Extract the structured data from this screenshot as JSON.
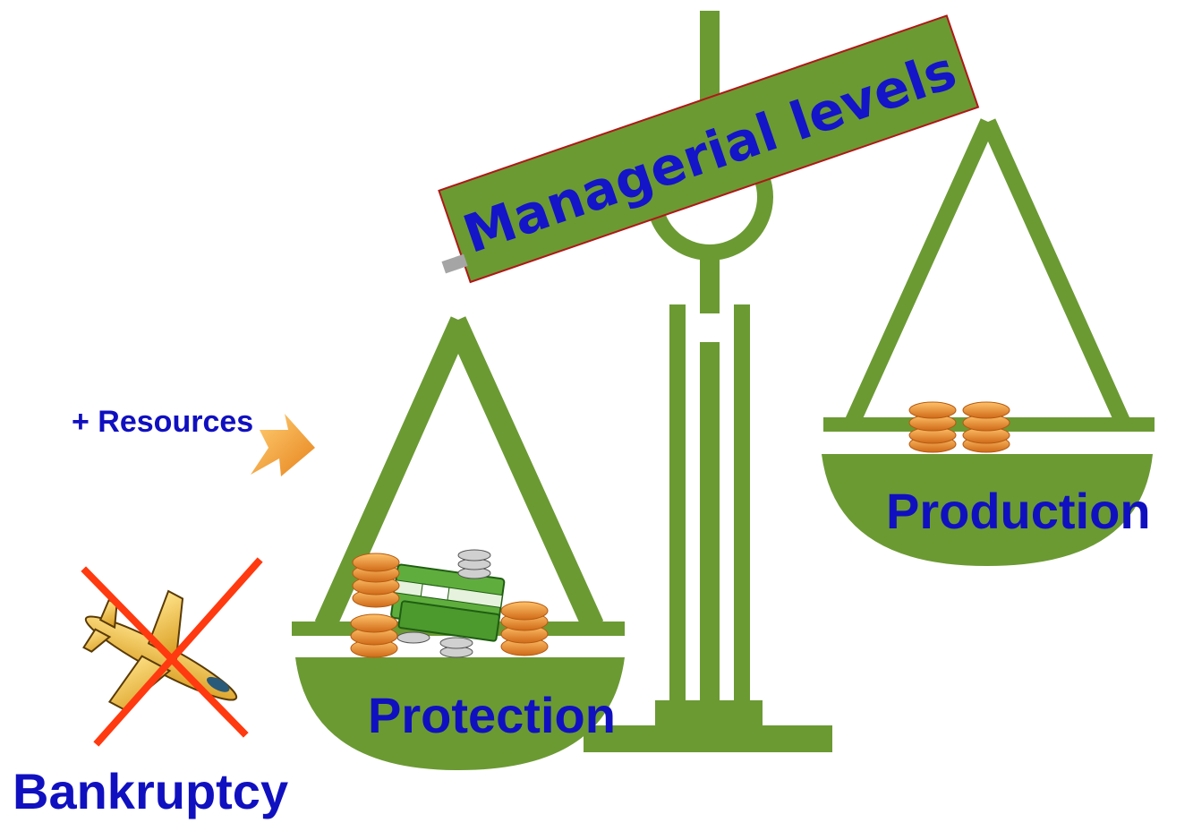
{
  "banner": {
    "text": "Managerial levels"
  },
  "labels": {
    "resources": "+ Resources",
    "protection": "Protection",
    "production": "Production",
    "bankruptcy": "Bankruptcy"
  },
  "colors": {
    "scale_green": "#6b9a33",
    "text_blue": "#1010c0",
    "banner_border": "#b01818",
    "cross_red": "#ff3a10",
    "arrow_orange": "#f5a623",
    "coin_gold": "#e58a2c"
  },
  "icons": {
    "airplane": "airplane-icon",
    "cross": "cross-icon",
    "arrow": "arrow-icon",
    "coins": "coin-stack-icon",
    "cash": "cash-bundle-icon"
  }
}
